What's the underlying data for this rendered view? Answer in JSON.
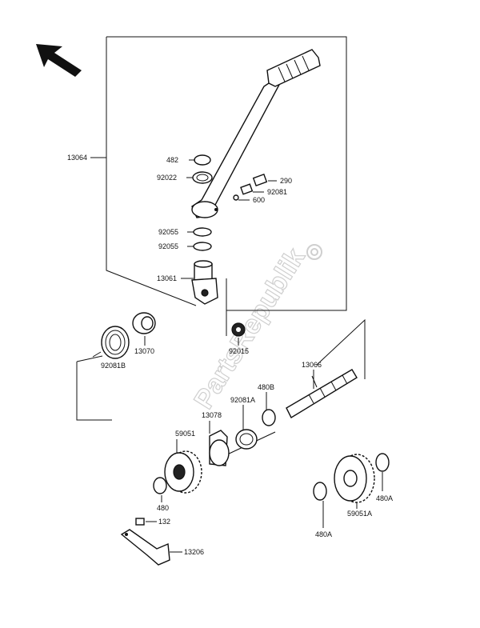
{
  "watermark": "PartsRepublik",
  "labels": {
    "p13064": "13064",
    "p482": "482",
    "p92022": "92022",
    "p290": "290",
    "p92081": "92081",
    "p600": "600",
    "p92055a": "92055",
    "p92055b": "92055",
    "p13061": "13061",
    "p13070": "13070",
    "p92081b": "92081B",
    "p92015": "92015",
    "p13066": "13066",
    "p480b": "480B",
    "p92081a": "92081A",
    "p13078": "13078",
    "p59051": "59051",
    "p480": "480",
    "p132": "132",
    "p13206": "13206",
    "p480a_right": "480A",
    "p480a_left": "480A",
    "p59051a": "59051A"
  },
  "icons": {
    "orientation_arrow": "arrow-up-left-icon",
    "watermark_gear": "gear-icon"
  }
}
